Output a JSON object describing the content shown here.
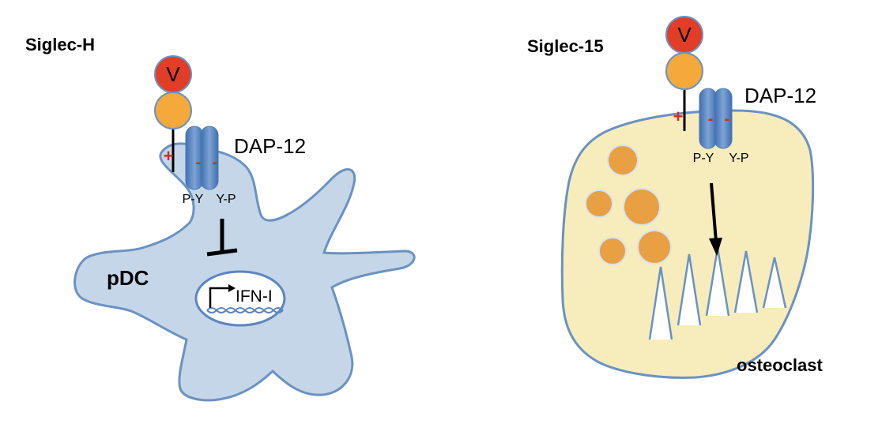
{
  "left_panel": {
    "title": "Siglec-H",
    "cell_label": "pDC",
    "receptor_domain_label": "V",
    "adaptor_label": "DAP-12",
    "positive_charge": "+",
    "negative_charges": [
      "-",
      "-"
    ],
    "phospho_left": "P-Y",
    "phospho_right": "Y-P",
    "gene_label": "IFN-I",
    "colors": {
      "cell_fill": "#c5d6e8",
      "cell_stroke": "#6a92c2",
      "adaptor": "#5b86c0",
      "v_domain": "#e23d26",
      "c_domain": "#f5a93b"
    }
  },
  "right_panel": {
    "title": "Siglec-15",
    "cell_label": "osteoclast",
    "receptor_domain_label": "V",
    "adaptor_label": "DAP-12",
    "positive_charge": "+",
    "negative_charges": [
      "-",
      "-"
    ],
    "phospho_left": "P-Y",
    "phospho_right": "Y-P",
    "colors": {
      "cell_fill": "#f7ecbc",
      "cell_stroke": "#6a92c2",
      "granule": "#e8a043",
      "adaptor": "#5b86c0"
    }
  }
}
